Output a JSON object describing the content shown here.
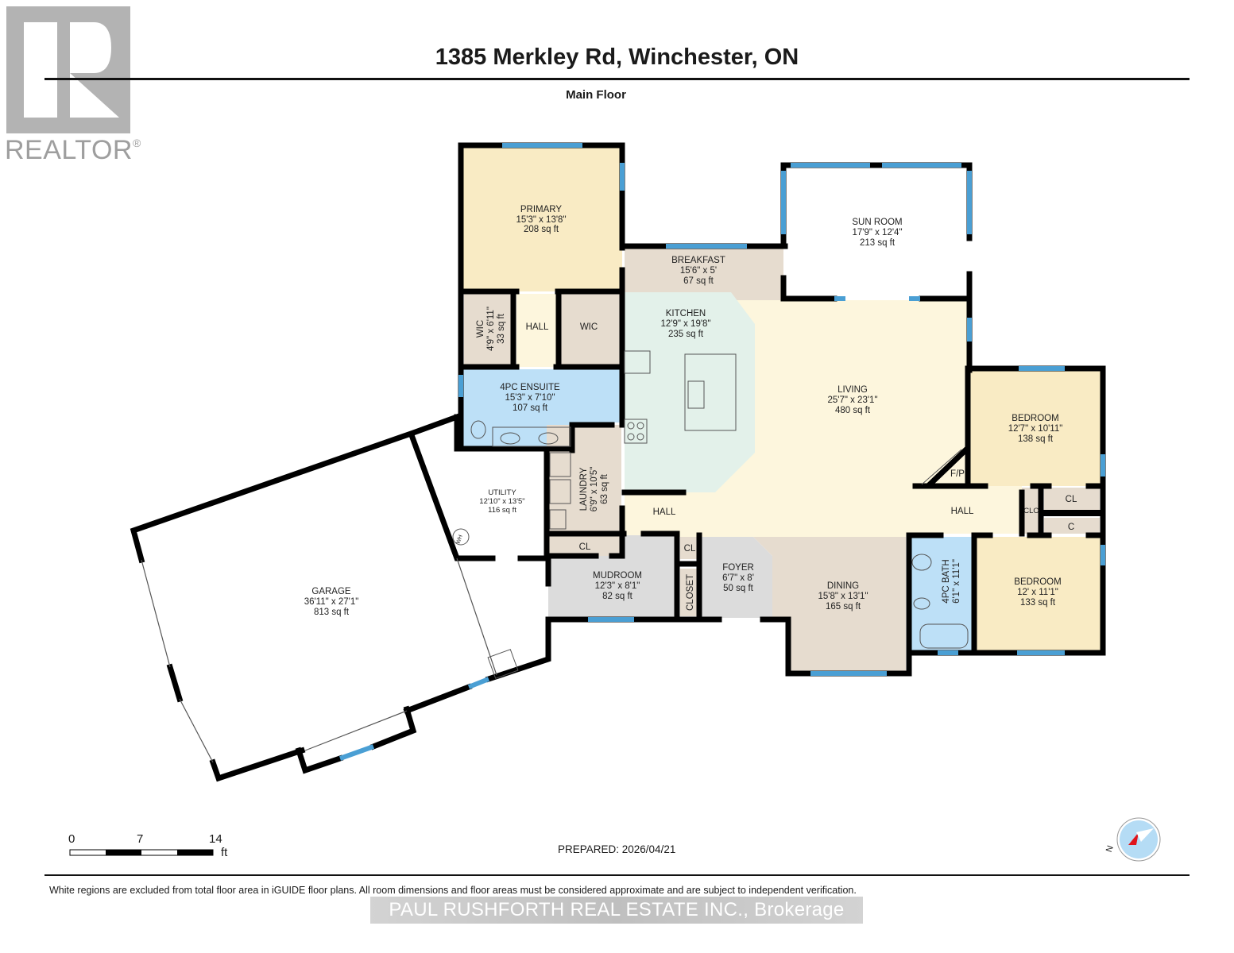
{
  "header": {
    "title": "1385 Merkley Rd, Winchester, ON",
    "subtitle": "Main Floor",
    "logo_text": "REALTOR",
    "logo_mark": "®"
  },
  "colors": {
    "wall": "#000000",
    "window": "#4a9fd4",
    "bedroom_fill": "#f9ebc4",
    "living_fill": "#fdf6dd",
    "kitchen_fill": "#e3f1ea",
    "bath_fill": "#bde0f7",
    "utility_room_fill": "#e6dccf",
    "mudroom_fill": "#dcdcdc",
    "excluded_fill": "#ffffff",
    "compass_fill": "#b5dcf5",
    "compass_needle": "#e0141b"
  },
  "rooms": [
    {
      "name": "PRIMARY",
      "dims": "15'3\" x 13'8\"",
      "area": "208 sq ft"
    },
    {
      "name": "BREAKFAST",
      "dims": "15'6\" x 5'",
      "area": "67 sq ft"
    },
    {
      "name": "SUN ROOM",
      "dims": "17'9\" x 12'4\"",
      "area": "213 sq ft"
    },
    {
      "name": "WIC",
      "dims": "4'9\" x 6'11\"",
      "area": "33 sq ft"
    },
    {
      "name": "HALL",
      "dims": "",
      "area": ""
    },
    {
      "name": "WIC",
      "dims": "",
      "area": ""
    },
    {
      "name": "KITCHEN",
      "dims": "12'9\" x 19'8\"",
      "area": "235 sq ft"
    },
    {
      "name": "4PC ENSUITE",
      "dims": "15'3\" x 7'10\"",
      "area": "107 sq ft"
    },
    {
      "name": "LIVING",
      "dims": "25'7\" x 23'1\"",
      "area": "480 sq ft"
    },
    {
      "name": "BEDROOM",
      "dims": "12'7\" x 10'11\"",
      "area": "138 sq ft"
    },
    {
      "name": "UTILITY",
      "dims": "12'10\" x 13'5\"",
      "area": "116 sq ft"
    },
    {
      "name": "LAUNDRY",
      "dims": "6'9\" x 10'5\"",
      "area": "63 sq ft"
    },
    {
      "name": "HALL",
      "dims": "",
      "area": ""
    },
    {
      "name": "HALL",
      "dims": "",
      "area": ""
    },
    {
      "name": "GARAGE",
      "dims": "36'11\" x 27'1\"",
      "area": "813 sq ft"
    },
    {
      "name": "MUDROOM",
      "dims": "12'3\" x 8'1\"",
      "area": "82 sq ft"
    },
    {
      "name": "FOYER",
      "dims": "6'7\" x 8'",
      "area": "50 sq ft"
    },
    {
      "name": "DINING",
      "dims": "15'8\" x 13'1\"",
      "area": "165 sq ft"
    },
    {
      "name": "4PC BATH",
      "dims": "6'1\" x 11'1\"",
      "area": ""
    },
    {
      "name": "BEDROOM",
      "dims": "12' x 11'1\"",
      "area": "133 sq ft"
    }
  ],
  "small_labels": {
    "cl_laundry": "CL",
    "cl_foyer": "CL",
    "closet": "CLOSET",
    "clo": "CLO",
    "cl_bed": "CL",
    "c_bed": "C",
    "fp": "F/P",
    "wh": "WH"
  },
  "scale": {
    "ticks": [
      "0",
      "7",
      "14"
    ],
    "unit": "ft"
  },
  "footer": {
    "prepared": "PREPARED: 2026/04/21",
    "disclaimer": "White regions are excluded from total floor area in iGUIDE floor plans. All room dimensions and floor areas must be considered approximate and are subject to independent verification.",
    "watermark": "PAUL RUSHFORTH REAL ESTATE INC., Brokerage"
  },
  "compass": {
    "label": "N"
  }
}
